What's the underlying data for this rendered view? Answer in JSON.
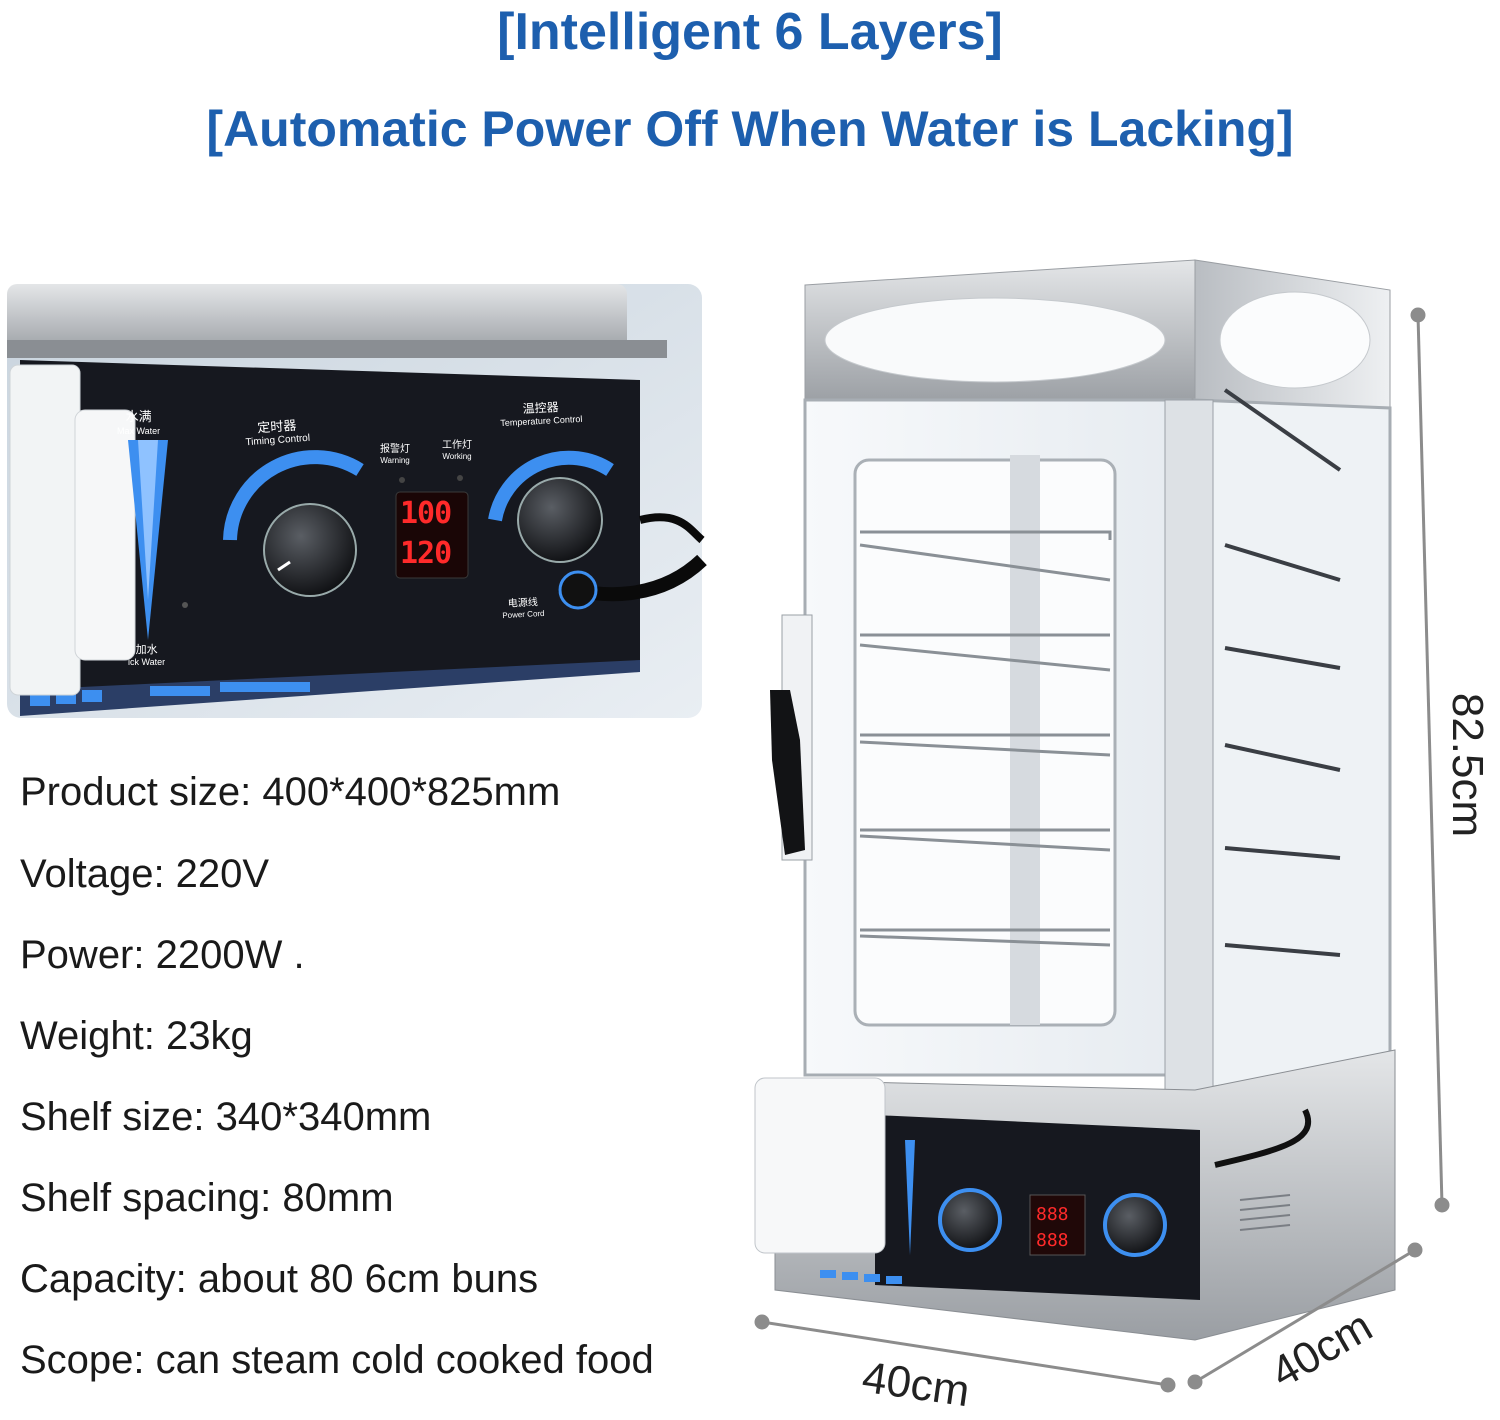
{
  "headline": {
    "line1": "[Intelligent 6 Layers]",
    "line2": "[Automatic Power Off When Water is Lacking]"
  },
  "specs": [
    "Product size: 400*400*825mm",
    "Voltage: 220V",
    "Power: 2200W .",
    "Weight: 23kg",
    "Shelf size: 340*340mm",
    "Shelf spacing: 80mm",
    "Capacity: about 80 6cm buns",
    "Scope: can steam cold cooked food"
  ],
  "dimensions": {
    "height": "82.5cm",
    "width": "40cm",
    "depth": "40cm"
  },
  "panel": {
    "max_water_cn": "水满",
    "max_water_en": "Max Water",
    "timing_cn": "定时器",
    "timing_en": "Timing Control",
    "warning_cn": "报警灯",
    "warning_en": "Warning",
    "working_cn": "工作灯",
    "working_en": "Working",
    "temp_cn": "温控器",
    "temp_en": "Temperature Control",
    "display_top": "100",
    "display_bottom": "120",
    "power_cn": "电源线",
    "power_en": "Power Cord",
    "add_water_cn": "加水",
    "add_water_en": "ick Water"
  },
  "colors": {
    "headline": "#1d5fae",
    "panel_bg": "#16181f",
    "accent_blue": "#3d8ff0",
    "display_red": "#ff2a2a"
  }
}
